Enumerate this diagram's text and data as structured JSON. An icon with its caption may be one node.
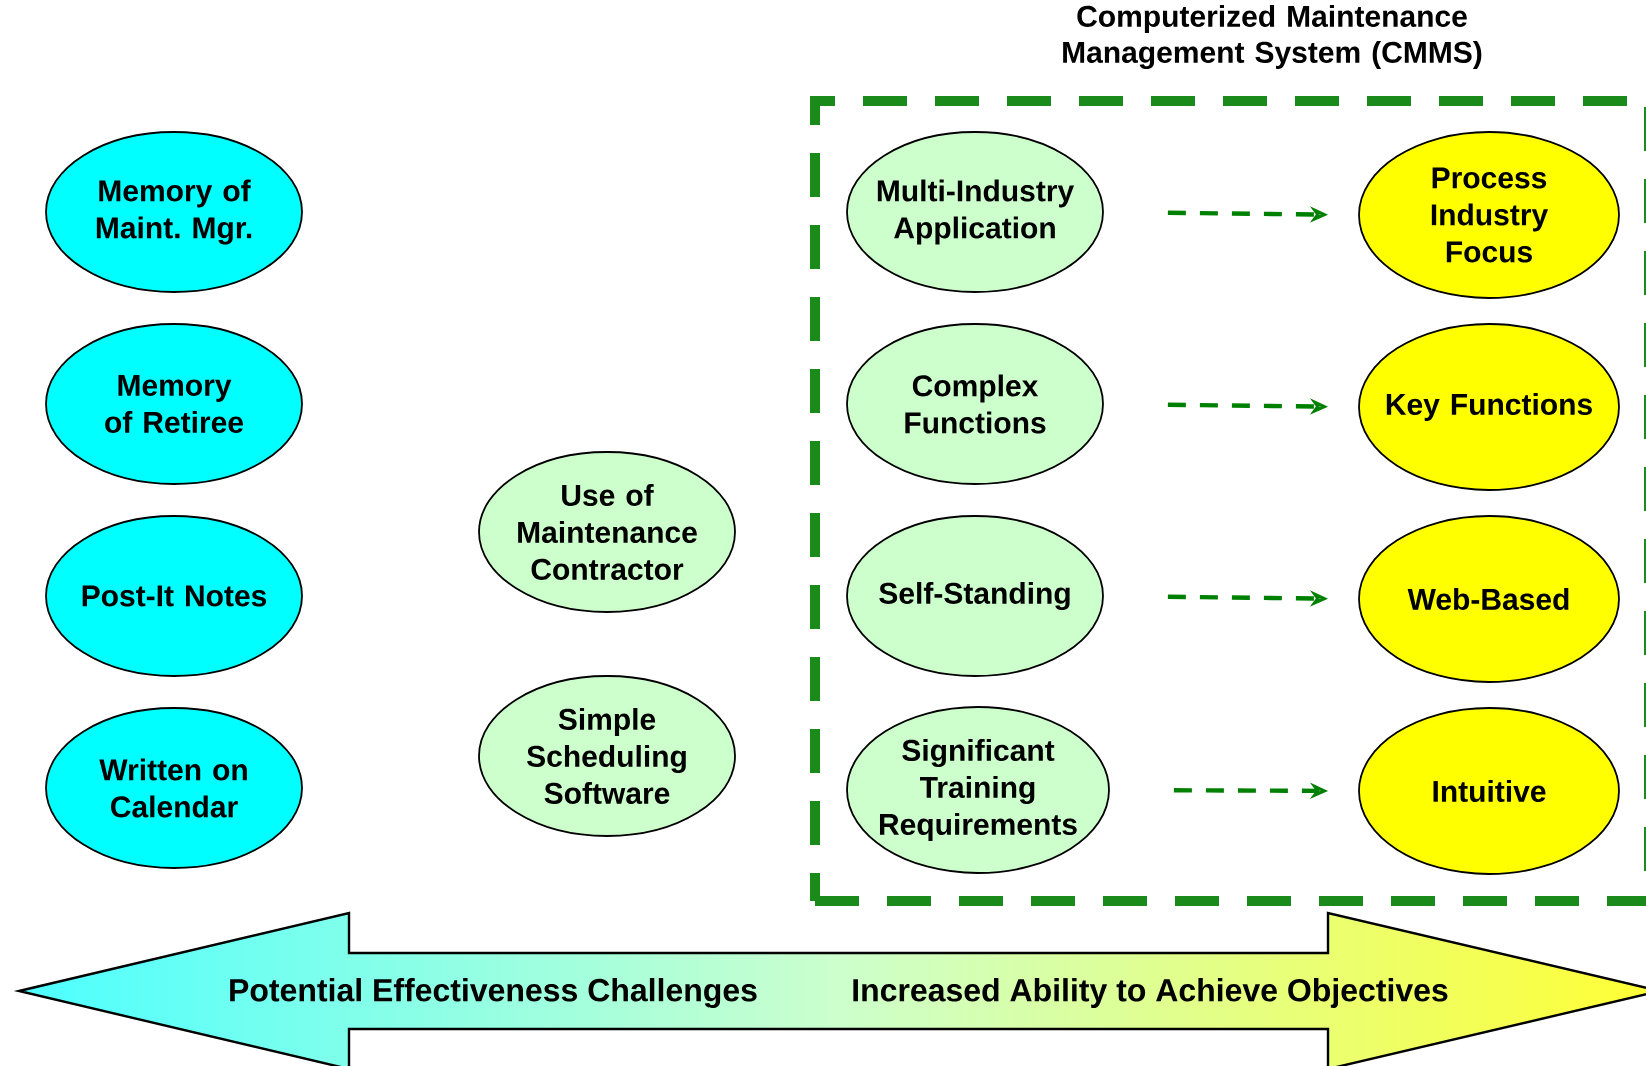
{
  "diagram": {
    "nodes": [
      {
        "text": [
          "Memory of Maint. Mgr."
        ]
      },
      {
        "text": [
          "Memory of Retiree"
        ]
      },
      {
        "text": [
          "Post-It Notes"
        ]
      },
      {
        "text": [
          "Written on Calendar"
        ]
      },
      {
        "text": [
          "Use of Maintenance Contractor"
        ]
      },
      {
        "text": [
          "Simple Scheduling Software"
        ]
      },
      {
        "text": [
          "Computerized Maintenance Management System (CMMS)"
        ]
      },
      {
        "text": [
          "Multi-Industry Application"
        ],
        "in": 6
      },
      {
        "text": [
          "Process Industry Focus"
        ],
        "in": 6
      },
      {
        "text": [
          "Complex Functions"
        ],
        "in": 6
      },
      {
        "text": [
          "Key Functions"
        ],
        "in": 6
      },
      {
        "text": [
          "Self-Standing"
        ],
        "in": 6
      },
      {
        "text": [
          "Web-Based"
        ],
        "in": 6
      },
      {
        "text": [
          "Significant Training Requirements"
        ],
        "in": 6
      },
      {
        "text": [
          "Intuitive"
        ],
        "in": 6
      }
    ],
    "edges": [
      {
        "from": 7,
        "to": 8,
        "arrow": "to",
        "style": "dashed"
      },
      {
        "from": 9,
        "to": 10,
        "arrow": "to",
        "style": "dashed"
      },
      {
        "from": 11,
        "to": 12,
        "arrow": "to",
        "style": "dashed"
      },
      {
        "from": 13,
        "to": 14,
        "arrow": "to",
        "style": "dashed"
      }
    ],
    "labels": [
      "Potential Effectiveness Challenges",
      "Increased Ability to Achieve Objectives"
    ]
  }
}
